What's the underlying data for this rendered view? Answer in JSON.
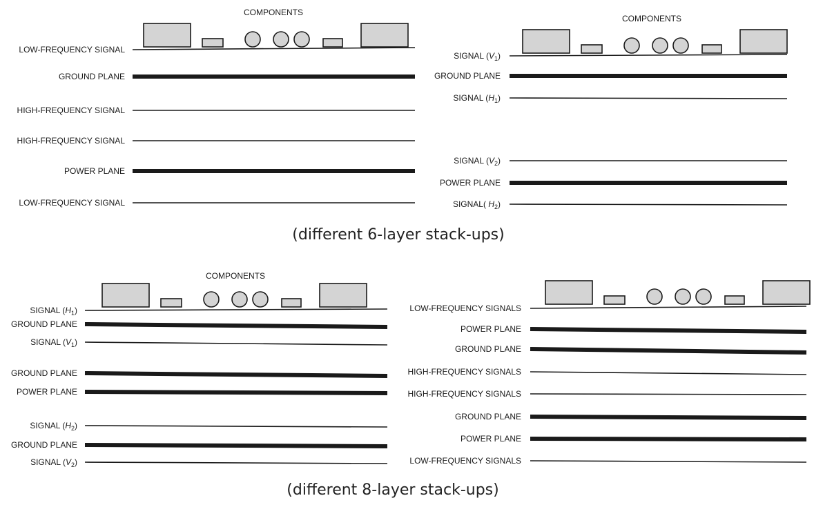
{
  "colors": {
    "line": "#1a1a1a",
    "component_fill": "#d4d4d4"
  },
  "diagrams": [
    {
      "components_label": "COMPONENTS",
      "layers": [
        {
          "label": "LOW-FREQUENCY SIGNAL",
          "type": "signal"
        },
        {
          "label": "GROUND PLANE",
          "type": "plane"
        },
        {
          "label": "HIGH-FREQUENCY SIGNAL",
          "type": "signal"
        },
        {
          "label": "HIGH-FREQUENCY SIGNAL",
          "type": "signal"
        },
        {
          "label": "POWER PLANE",
          "type": "plane"
        },
        {
          "label": "LOW-FREQUENCY SIGNAL",
          "type": "signal"
        }
      ]
    },
    {
      "components_label": "COMPONENTS",
      "layers": [
        {
          "label": "SIGNAL (",
          "sub": "V",
          "subscript": "1",
          "close": ")",
          "type": "signal"
        },
        {
          "label": "GROUND PLANE",
          "type": "plane"
        },
        {
          "label": "SIGNAL (",
          "sub": "H",
          "subscript": "1",
          "close": ")",
          "type": "signal"
        },
        {
          "label": "SIGNAL (",
          "sub": "V",
          "subscript": "2",
          "close": ")",
          "type": "signal"
        },
        {
          "label": "POWER PLANE",
          "type": "plane"
        },
        {
          "label": "SIGNAL( ",
          "sub": "H",
          "subscript": "2",
          "close": ")",
          "type": "signal"
        }
      ]
    },
    {
      "components_label": "COMPONENTS",
      "layers": [
        {
          "label": "SIGNAL (",
          "sub": "H",
          "subscript": "1",
          "close": ")",
          "type": "signal"
        },
        {
          "label": "GROUND PLANE",
          "type": "plane"
        },
        {
          "label": "SIGNAL (",
          "sub": "V",
          "subscript": "1",
          "close": ")",
          "type": "signal"
        },
        {
          "label": "GROUND PLANE",
          "type": "plane"
        },
        {
          "label": "POWER PLANE",
          "type": "plane"
        },
        {
          "label": "SIGNAL (",
          "sub": "H",
          "subscript": "2",
          "close": ")",
          "type": "signal"
        },
        {
          "label": "GROUND PLANE",
          "type": "plane"
        },
        {
          "label": "SIGNAL (",
          "sub": "V",
          "subscript": "2",
          "close": ")",
          "type": "signal"
        }
      ]
    },
    {
      "components_label": "",
      "layers": [
        {
          "label": "LOW-FREQUENCY SIGNALS",
          "type": "signal"
        },
        {
          "label": "POWER PLANE",
          "type": "plane"
        },
        {
          "label": "GROUND PLANE",
          "type": "plane"
        },
        {
          "label": "HIGH-FREQUENCY SIGNALS",
          "type": "signal"
        },
        {
          "label": "HIGH-FREQUENCY SIGNALS",
          "type": "signal"
        },
        {
          "label": "GROUND PLANE",
          "type": "plane"
        },
        {
          "label": "POWER PLANE",
          "type": "plane"
        },
        {
          "label": "LOW-FREQUENCY SIGNALS",
          "type": "signal"
        }
      ]
    }
  ],
  "captions": {
    "six_layer": "(different 6-layer stack-ups)",
    "eight_layer": "(different 8-layer stack-ups)"
  }
}
